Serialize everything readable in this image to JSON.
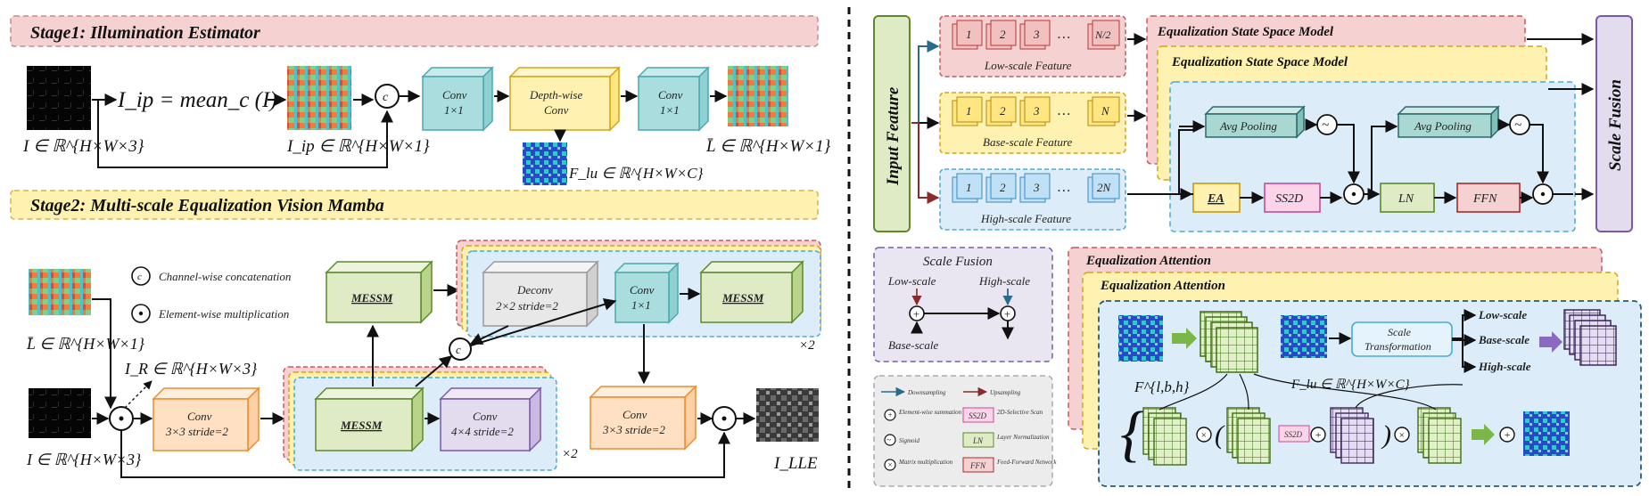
{
  "stage1": {
    "title": "Stage1: Illumination Estimator",
    "formula": "I_ip = mean_c (I)",
    "input_label": "I ∈ ℝ^{H×W×3}",
    "ip_label": "I_ip ∈ ℝ^{H×W×1}",
    "conv1": [
      "Conv",
      "1×1"
    ],
    "dw_conv": [
      "Depth-wise",
      "Conv"
    ],
    "conv2": [
      "Conv",
      "1×1"
    ],
    "flu_label": "F_lu ∈ ℝ^{H×W×C}",
    "lbar_label": "L̄ ∈ ℝ^{H×W×1}",
    "concat_symbol": "c"
  },
  "stage2": {
    "title": "Stage2: Multi-scale Equalization Vision Mamba",
    "legend_concat": "Channel-wise concatenation",
    "legend_mult": "Element-wise multiplication",
    "lbar_label": "L̄ ∈ ℝ^{H×W×1}",
    "ir_label": "I_R ∈ ℝ^{H×W×3}",
    "input_label": "I ∈ ℝ^{H×W×3}",
    "conv_s2": [
      "Conv",
      "3×3 stride=2"
    ],
    "messm": "MESSM",
    "conv_4x4": [
      "Conv",
      "4×4 stride=2"
    ],
    "deconv": [
      "Deconv",
      "2×2 stride=2"
    ],
    "conv1x1": [
      "Conv",
      "1×1"
    ],
    "conv_out": [
      "Conv",
      "3×3 stride=2"
    ],
    "times2": "×2",
    "output_label": "I_LLE"
  },
  "right": {
    "input_feature": "Input Feature",
    "low_scale": "Low-scale Feature",
    "base_scale": "Base-scale Feature",
    "high_scale": "High-scale Feature",
    "low_nums": [
      "1",
      "2",
      "3",
      "…",
      "N/2"
    ],
    "base_nums": [
      "1",
      "2",
      "3",
      "…",
      "N"
    ],
    "high_nums": [
      "1",
      "2",
      "3",
      "…",
      "2N"
    ],
    "essm_title": "Equalization State Space Model",
    "avg_pooling": "Avg Pooling",
    "tilde": "~",
    "ea": "EA",
    "ss2d": "SS2D",
    "ln": "LN",
    "ffn": "FFN",
    "scale_fusion": "Scale Fusion"
  },
  "fusion": {
    "title": "Scale Fusion",
    "low": "Low-scale",
    "high": "High-scale",
    "base": "Base-scale"
  },
  "legend": {
    "downsampling": "Downsampling",
    "upsampling": "Upsampling",
    "elem_sum": "Element-wise summation",
    "ss2d_desc": "2D-Selective Scan",
    "sigmoid": "Sigmoid",
    "ln_desc": "Layer Normalization",
    "matmul": "Matrix multiplication",
    "ffn_desc": "Feed-Forward Network",
    "ss2d": "SS2D",
    "ln": "LN",
    "ffn": "FFN"
  },
  "attention": {
    "title": "Equalization Attention",
    "f_label": "F^{l,b,h}",
    "flu_label": "F_lu ∈ ℝ^{H×W×C}",
    "scale_transform": [
      "Scale",
      "Transformation"
    ],
    "low": "Low-scale",
    "base": "Base-scale",
    "high": "High-scale"
  },
  "colors": {
    "teal": "#a9ddde",
    "yellow": "#fff2b0",
    "orange": "#ffe0c2",
    "green": "#dfebc4",
    "purple": "#e3dcef",
    "red": "#f6d1d1",
    "blue": "#dcedf9"
  }
}
